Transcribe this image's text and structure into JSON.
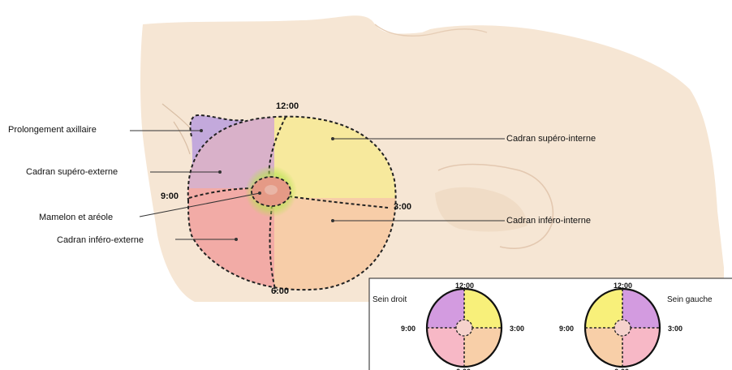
{
  "labels": {
    "axillary": "Prolongement axillaire",
    "upper_outer": "Cadran supéro-externe",
    "nipple": "Mamelon et aréole",
    "lower_outer": "Cadran inféro-externe",
    "upper_inner": "Cadran supéro-interne",
    "lower_inner": "Cadran inféro-interne"
  },
  "clock": {
    "twelve": "12:00",
    "three": "3:00",
    "six": "6:00",
    "nine": "9:00"
  },
  "inset": {
    "right_breast": "Sein droit",
    "left_breast": "Sein gauche"
  },
  "colors": {
    "skin": "#f6e6d4",
    "upper_outer": "#d9b1c9",
    "upper_inner": "#f7e99d",
    "lower_outer": "#f2aba6",
    "lower_inner": "#f7cda8",
    "axillary": "#c3a9dc",
    "areola": "#e59a86",
    "inset_purple": "#d39be0",
    "inset_yellow": "#f8f07a",
    "inset_pink": "#f7b8c6",
    "inset_peach": "#f8cfa8"
  }
}
